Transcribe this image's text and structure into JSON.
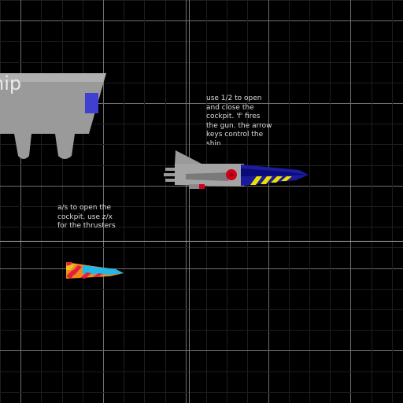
{
  "hud": {
    "big_ship_label": "hip",
    "player_hint": "use 1/2 to open\nand close the\ncockpit. 'f' fires\nthe gun. the arrow\nkeys control the\nship",
    "small_ship_hint": "a/s to open the\ncockpit. use z/x\nfor the thrusters"
  },
  "colors": {
    "background": "#000000",
    "grid_fine": "#1e1e1e",
    "grid_major": "#6e6e6e",
    "hull_grey": "#9a9a9a",
    "navy": "#0a0a78",
    "stripe_yellow": "#f0e000",
    "cockpit_red": "#d00018",
    "accent_blue": "#4040d0",
    "small_ship_orange": "#f08a1a",
    "small_ship_cyan": "#22b8e8"
  }
}
